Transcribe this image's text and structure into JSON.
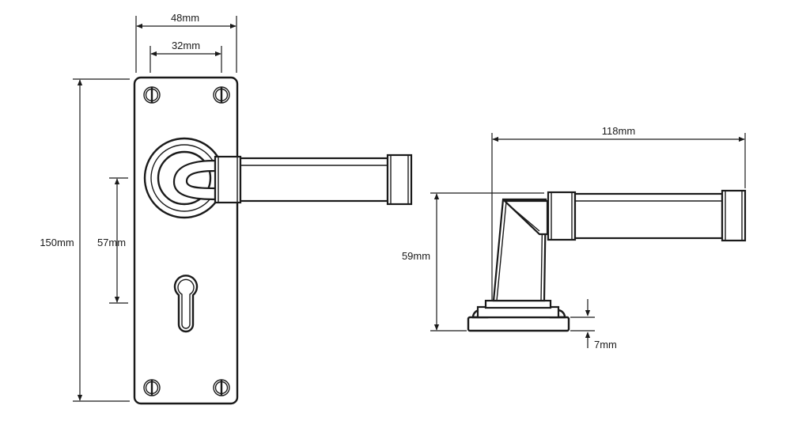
{
  "dimensions": {
    "backplate_width": "48mm",
    "spindle_to_edge": "32mm",
    "backplate_height": "150mm",
    "lever_to_keyhole": "57mm",
    "lever_length": "118mm",
    "projection": "59mm",
    "rose_thickness": "7mm"
  },
  "colors": {
    "line": "#1a1a1a",
    "background": "#ffffff"
  }
}
